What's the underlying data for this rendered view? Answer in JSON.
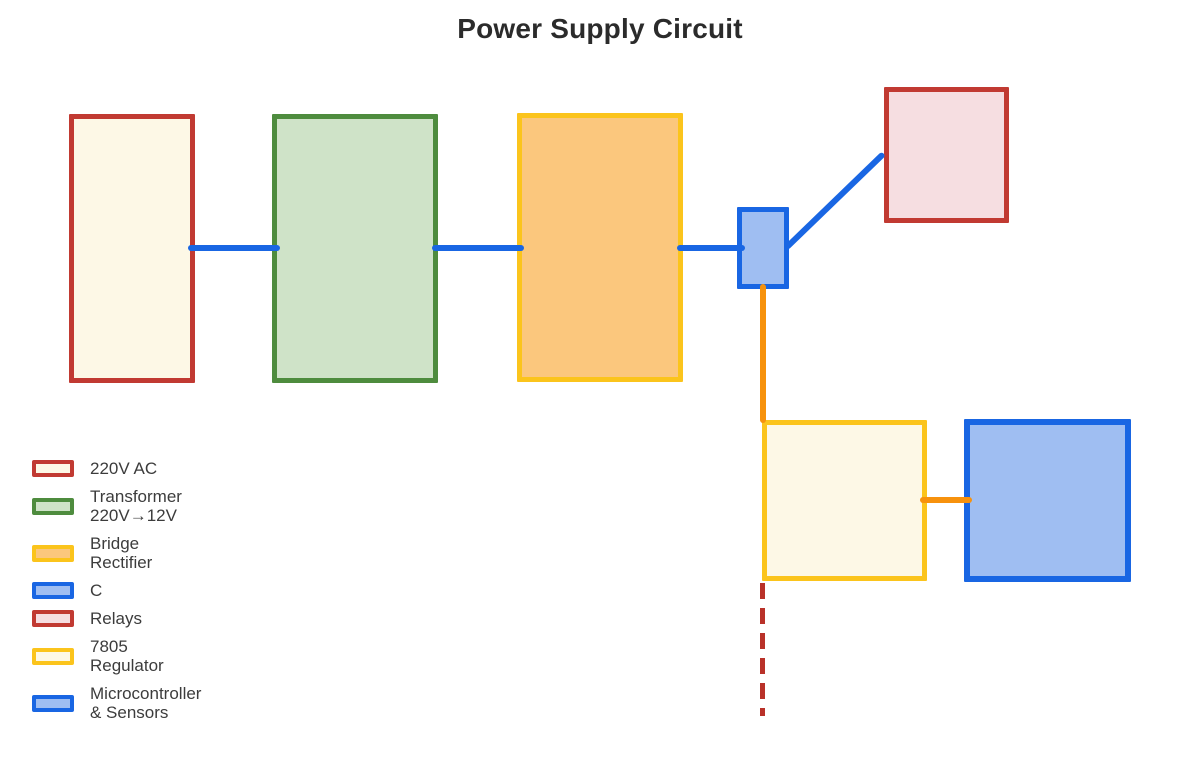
{
  "title": "Power Supply Circuit",
  "colors": {
    "red_border": "#C13A32",
    "cream_fill": "#FDF8E6",
    "green_border": "#4E8C3E",
    "light_green_fill": "#CFE3C8",
    "gold_border": "#FBC41C",
    "orange_fill": "#FBC77D",
    "blue_border": "#1966E3",
    "light_blue_fill": "#9FBEF2",
    "pink_fill": "#F6DEE1",
    "orange_wire": "#F7920D",
    "dashed_red_wire": "#B93129"
  },
  "diagram": {
    "nodes": [
      {
        "id": "ac-source",
        "meaning": "220V AC"
      },
      {
        "id": "transformer",
        "meaning": "Transformer 220V→12V"
      },
      {
        "id": "bridge-rectifier",
        "meaning": "Bridge Rectifier"
      },
      {
        "id": "capacitor",
        "meaning": "C"
      },
      {
        "id": "relays",
        "meaning": "Relays"
      },
      {
        "id": "regulator-7805",
        "meaning": "7805 Regulator"
      },
      {
        "id": "microcontroller",
        "meaning": "Microcontroller & Sensors"
      }
    ],
    "edges": [
      {
        "from": "ac-source",
        "to": "transformer",
        "style": "solid",
        "color": "blue"
      },
      {
        "from": "transformer",
        "to": "bridge-rectifier",
        "style": "solid",
        "color": "blue"
      },
      {
        "from": "bridge-rectifier",
        "to": "capacitor",
        "style": "solid",
        "color": "blue"
      },
      {
        "from": "capacitor",
        "to": "relays",
        "style": "solid",
        "color": "blue"
      },
      {
        "from": "capacitor",
        "to": "regulator-7805",
        "style": "solid",
        "color": "orange"
      },
      {
        "from": "regulator-7805",
        "to": "microcontroller",
        "style": "solid",
        "color": "orange"
      },
      {
        "from": "regulator-7805",
        "to": "ground",
        "style": "dashed",
        "color": "dark-red"
      }
    ]
  },
  "legend": {
    "items": [
      {
        "lines": [
          "220V AC"
        ]
      },
      {
        "lines": [
          "Transformer",
          "220V→12V"
        ]
      },
      {
        "lines": [
          "Bridge",
          "Rectifier"
        ]
      },
      {
        "lines": [
          "C"
        ]
      },
      {
        "lines": [
          "Relays"
        ]
      },
      {
        "lines": [
          "7805",
          "Regulator"
        ]
      },
      {
        "lines": [
          "Microcontroller",
          "& Sensors"
        ]
      }
    ]
  }
}
